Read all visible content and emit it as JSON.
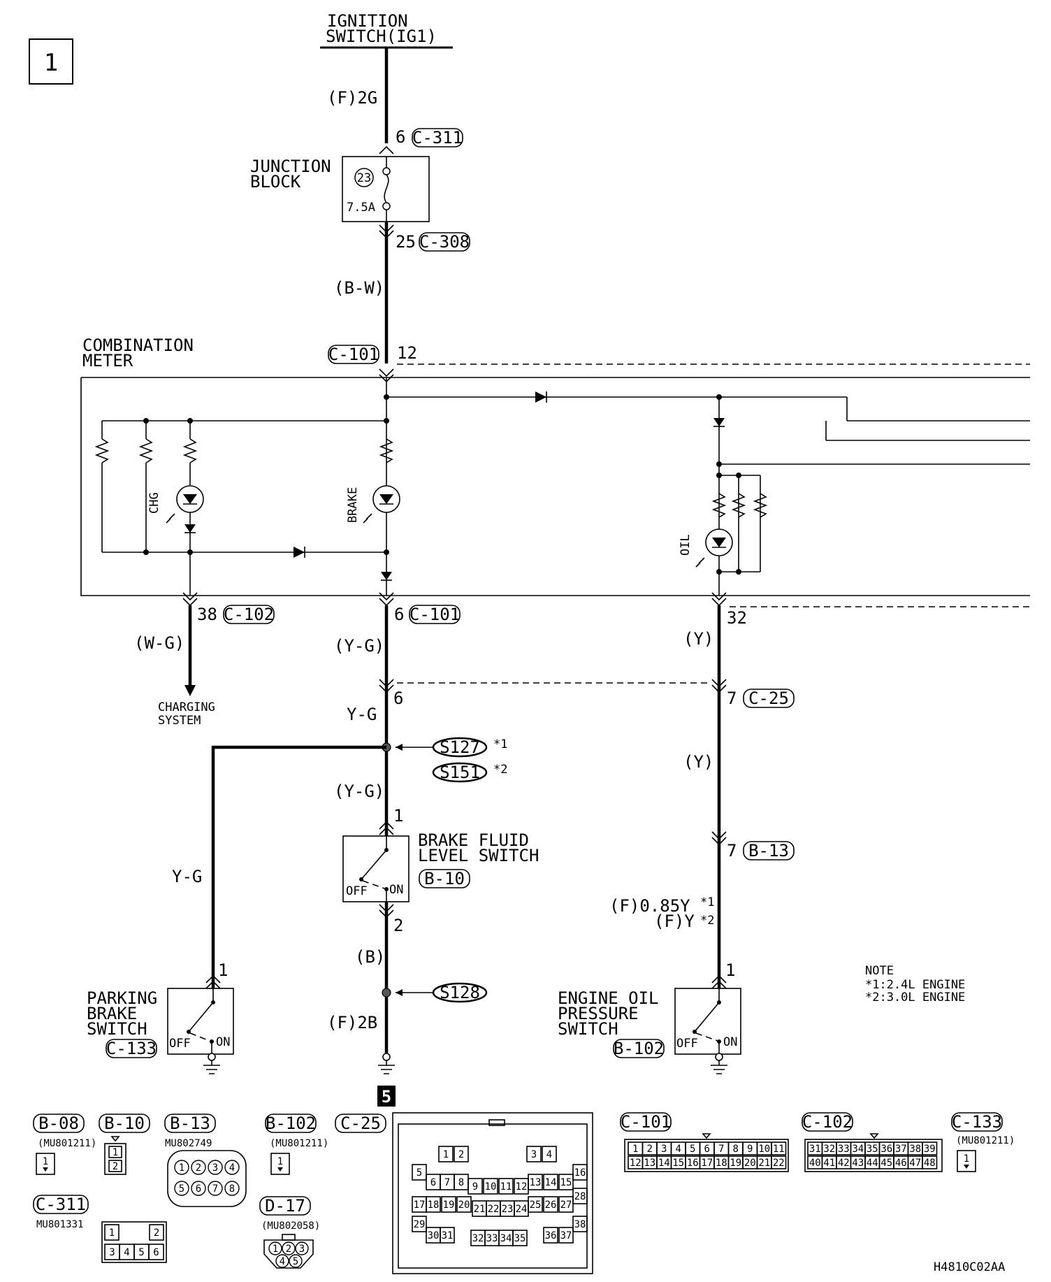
{
  "page": {
    "number": "1",
    "connector_flag": "5",
    "figure_code": "H4810C02AA"
  },
  "power": {
    "title_line1": "IGNITION",
    "title_line2": "SWITCH(IG1)",
    "wire_f2g": "(F)2G",
    "pin_6": "6",
    "conn_c311": "C-311",
    "junction_line1": "JUNCTION",
    "junction_line2": "BLOCK",
    "fuse_no": "23",
    "fuse_rating": "7.5A",
    "pin_25": "25",
    "conn_c308": "C-308",
    "wire_bw": "(B-W)"
  },
  "meter": {
    "name_line1": "COMBINATION",
    "name_line2": "METER",
    "conn_c101": "C-101",
    "pin_12": "12",
    "lamp_chg": "CHG",
    "lamp_brake": "BRAKE",
    "lamp_oil": "OIL"
  },
  "lower": {
    "pin_38": "38",
    "conn_c102": "C-102",
    "wire_wg": "(W-G)",
    "charging_line1": "CHARGING",
    "charging_line2": "SYSTEM",
    "pin_6": "6",
    "conn_c101": "C-101",
    "wire_yg_paren": "(Y-G)",
    "pin_6b": "6",
    "wire_yg": "Y-G",
    "splice_s127": "S127",
    "note_ref1": "*1",
    "splice_s151": "S151",
    "note_ref2": "*2",
    "wire_yg_paren2": "(Y-G)",
    "pin_1_bf": "1",
    "brake_fluid_line1": "BRAKE FLUID",
    "brake_fluid_line2": "LEVEL SWITCH",
    "conn_b10": "B-10",
    "off": "OFF",
    "on": "ON",
    "pin_2_bf": "2",
    "wire_b": "(B)",
    "splice_s128": "S128",
    "wire_f2b": "(F)2B",
    "wire_yg_left": "Y-G",
    "pin_1_pb": "1",
    "parking_line1": "PARKING",
    "parking_line2": "BRAKE",
    "parking_line3": "SWITCH",
    "conn_c133": "C-133",
    "pin_32": "32",
    "wire_y1": "(Y)",
    "pin_7_c25": "7",
    "conn_c25": "C-25",
    "wire_y2": "(Y)",
    "pin_7_b13": "7",
    "conn_b13": "B-13",
    "wire_f085y": "(F)0.85Y",
    "wire_fy": "(F)Y",
    "pin_1_eo": "1",
    "engine_oil_line1": "ENGINE OIL",
    "engine_oil_line2": "PRESSURE",
    "engine_oil_line3": "SWITCH",
    "conn_b102": "B-102"
  },
  "note": {
    "title": "NOTE",
    "line1": "*1:2.4L ENGINE",
    "line2": "*2:3.0L ENGINE"
  },
  "connectors": {
    "b08": "B-08",
    "b08_part": "(MU801211)",
    "b10": "B-10",
    "b13": "B-13",
    "b13_part": "MU802749",
    "b102": "B-102",
    "b102_part": "(MU801211)",
    "c25": "C-25",
    "c101": "C-101",
    "c102": "C-102",
    "c133": "C-133",
    "c133_part": "(MU801211)",
    "c311": "C-311",
    "c311_part": "MU801331",
    "d17": "D-17",
    "d17_part": "(MU802058)",
    "pins_1": "1",
    "pins_2": "2"
  }
}
